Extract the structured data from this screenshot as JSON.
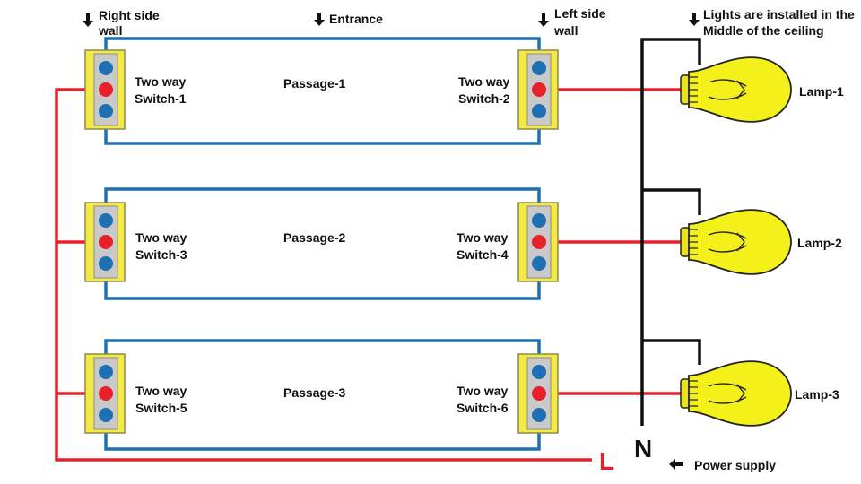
{
  "annotations": {
    "right_wall_line1": "Right side",
    "right_wall_line2": "wall",
    "entrance": "Entrance",
    "left_wall_line1": "Left side",
    "left_wall_line2": "wall",
    "lights_line1": "Lights are installed in the",
    "lights_line2": "Middle of the ceiling",
    "power_supply": "Power supply"
  },
  "passages": [
    {
      "label": "Passage-1",
      "left_switch": {
        "line1": "Two way",
        "line2": "Switch-1"
      },
      "right_switch": {
        "line1": "Two way",
        "line2": "Switch-2"
      },
      "lamp": "Lamp-1"
    },
    {
      "label": "Passage-2",
      "left_switch": {
        "line1": "Two way",
        "line2": "Switch-3"
      },
      "right_switch": {
        "line1": "Two way",
        "line2": "Switch-4"
      },
      "lamp": "Lamp-2"
    },
    {
      "label": "Passage-3",
      "left_switch": {
        "line1": "Two way",
        "line2": "Switch-5"
      },
      "right_switch": {
        "line1": "Two way",
        "line2": "Switch-6"
      },
      "lamp": "Lamp-3"
    }
  ],
  "supply": {
    "live": "L",
    "neutral": "N"
  },
  "colors": {
    "live_wire": "#e8202a",
    "neutral_wire": "#111111",
    "traveler_wire": "#1e6fb3",
    "switch_plate": "#f3ea45",
    "terminal_blue": "#1e6fb3",
    "terminal_red": "#e8202a",
    "lamp_glass": "#f3f01a"
  }
}
